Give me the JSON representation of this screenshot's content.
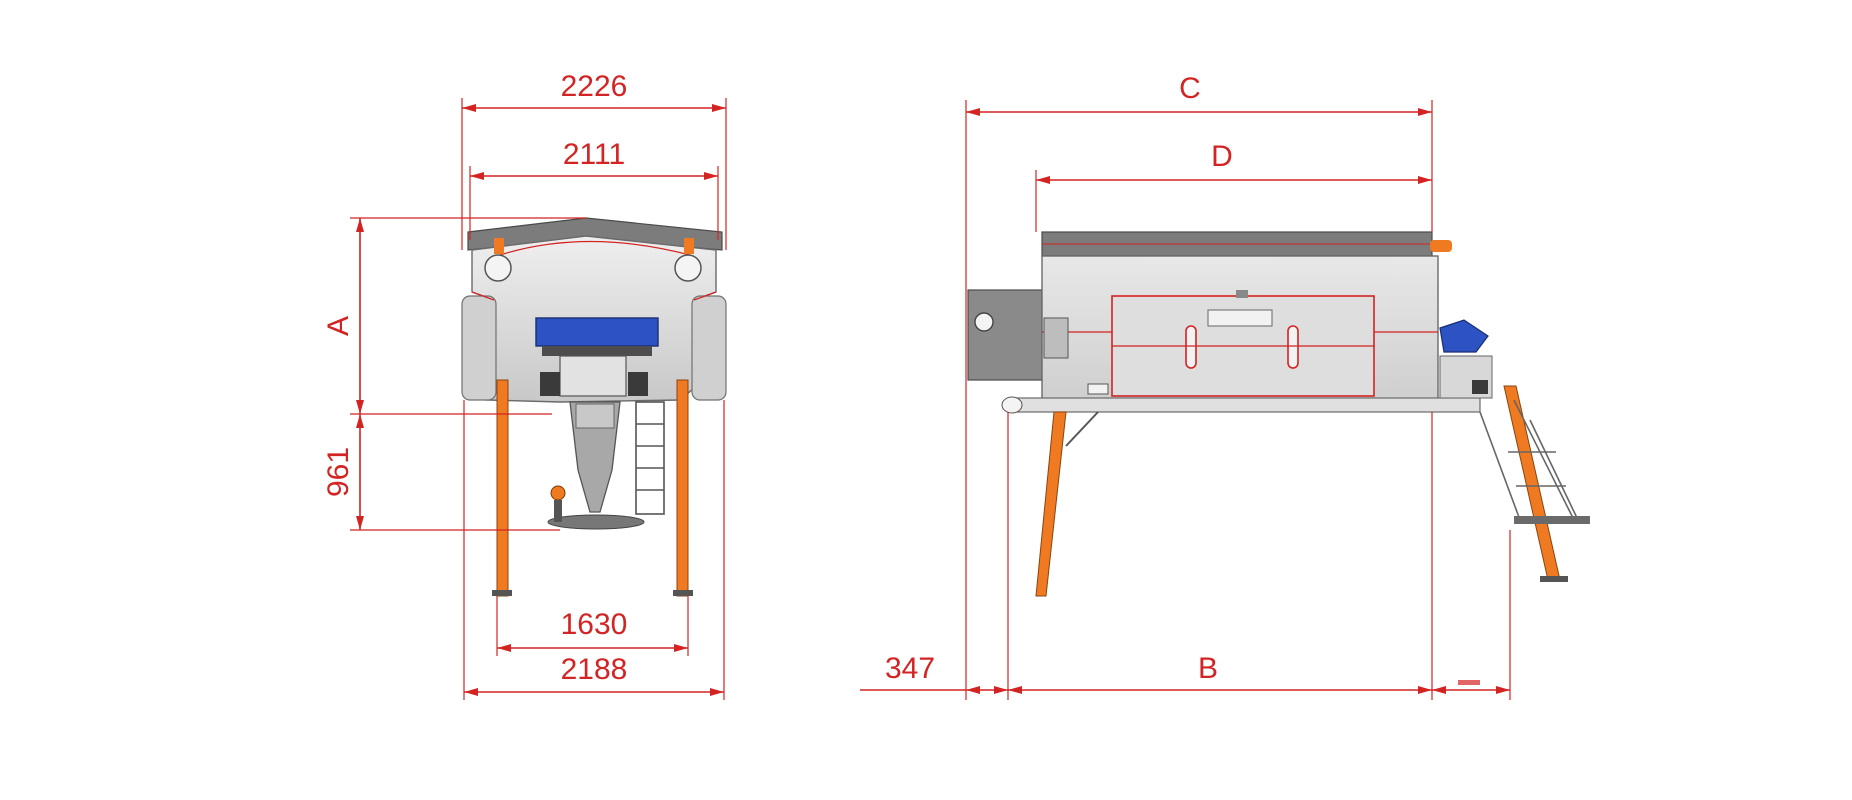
{
  "front_view": {
    "dims": {
      "overall_width": "2226",
      "top_width": "2111",
      "height_a": "A",
      "height_lower": "961",
      "leg_span": "1630",
      "base_width": "2188"
    }
  },
  "side_view": {
    "dims": {
      "overall_length": "C",
      "body_length": "D",
      "overhang": "347",
      "base_length": "B"
    }
  },
  "colors": {
    "dimension": "#d42323",
    "legs": "#f07a22",
    "body": "#d6d6d6",
    "roof": "#7c7c7c",
    "accent_blue": "#2c52c4",
    "steel": "#9a9a9a"
  }
}
